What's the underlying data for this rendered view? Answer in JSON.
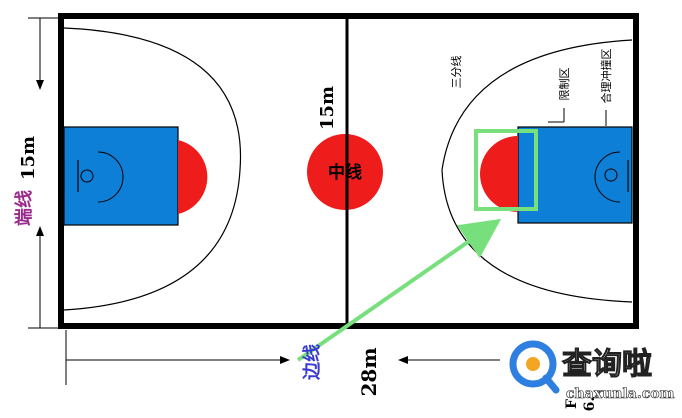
{
  "labels": {
    "length": "15m",
    "width": "15m",
    "center_line": "中线",
    "end_line": "端线",
    "sideline": "边线",
    "court_length": "28m",
    "three_point": "三分线",
    "restricted_area": "限制区",
    "no_charge_area": "合理冲撞区",
    "edge_fragment_1": "F",
    "edge_fragment_2": "6."
  },
  "watermark": {
    "brand": "查询啦",
    "url": "chaxunla.com"
  },
  "colors": {
    "paint": "#0e7fd6",
    "center_circle": "#ef1c1c",
    "court_line": "#000000",
    "highlight": "#77e07d",
    "end_line_text": "#9a2a8c",
    "logo_ring": "#2e7fe0",
    "logo_accent": "#f2a623"
  }
}
